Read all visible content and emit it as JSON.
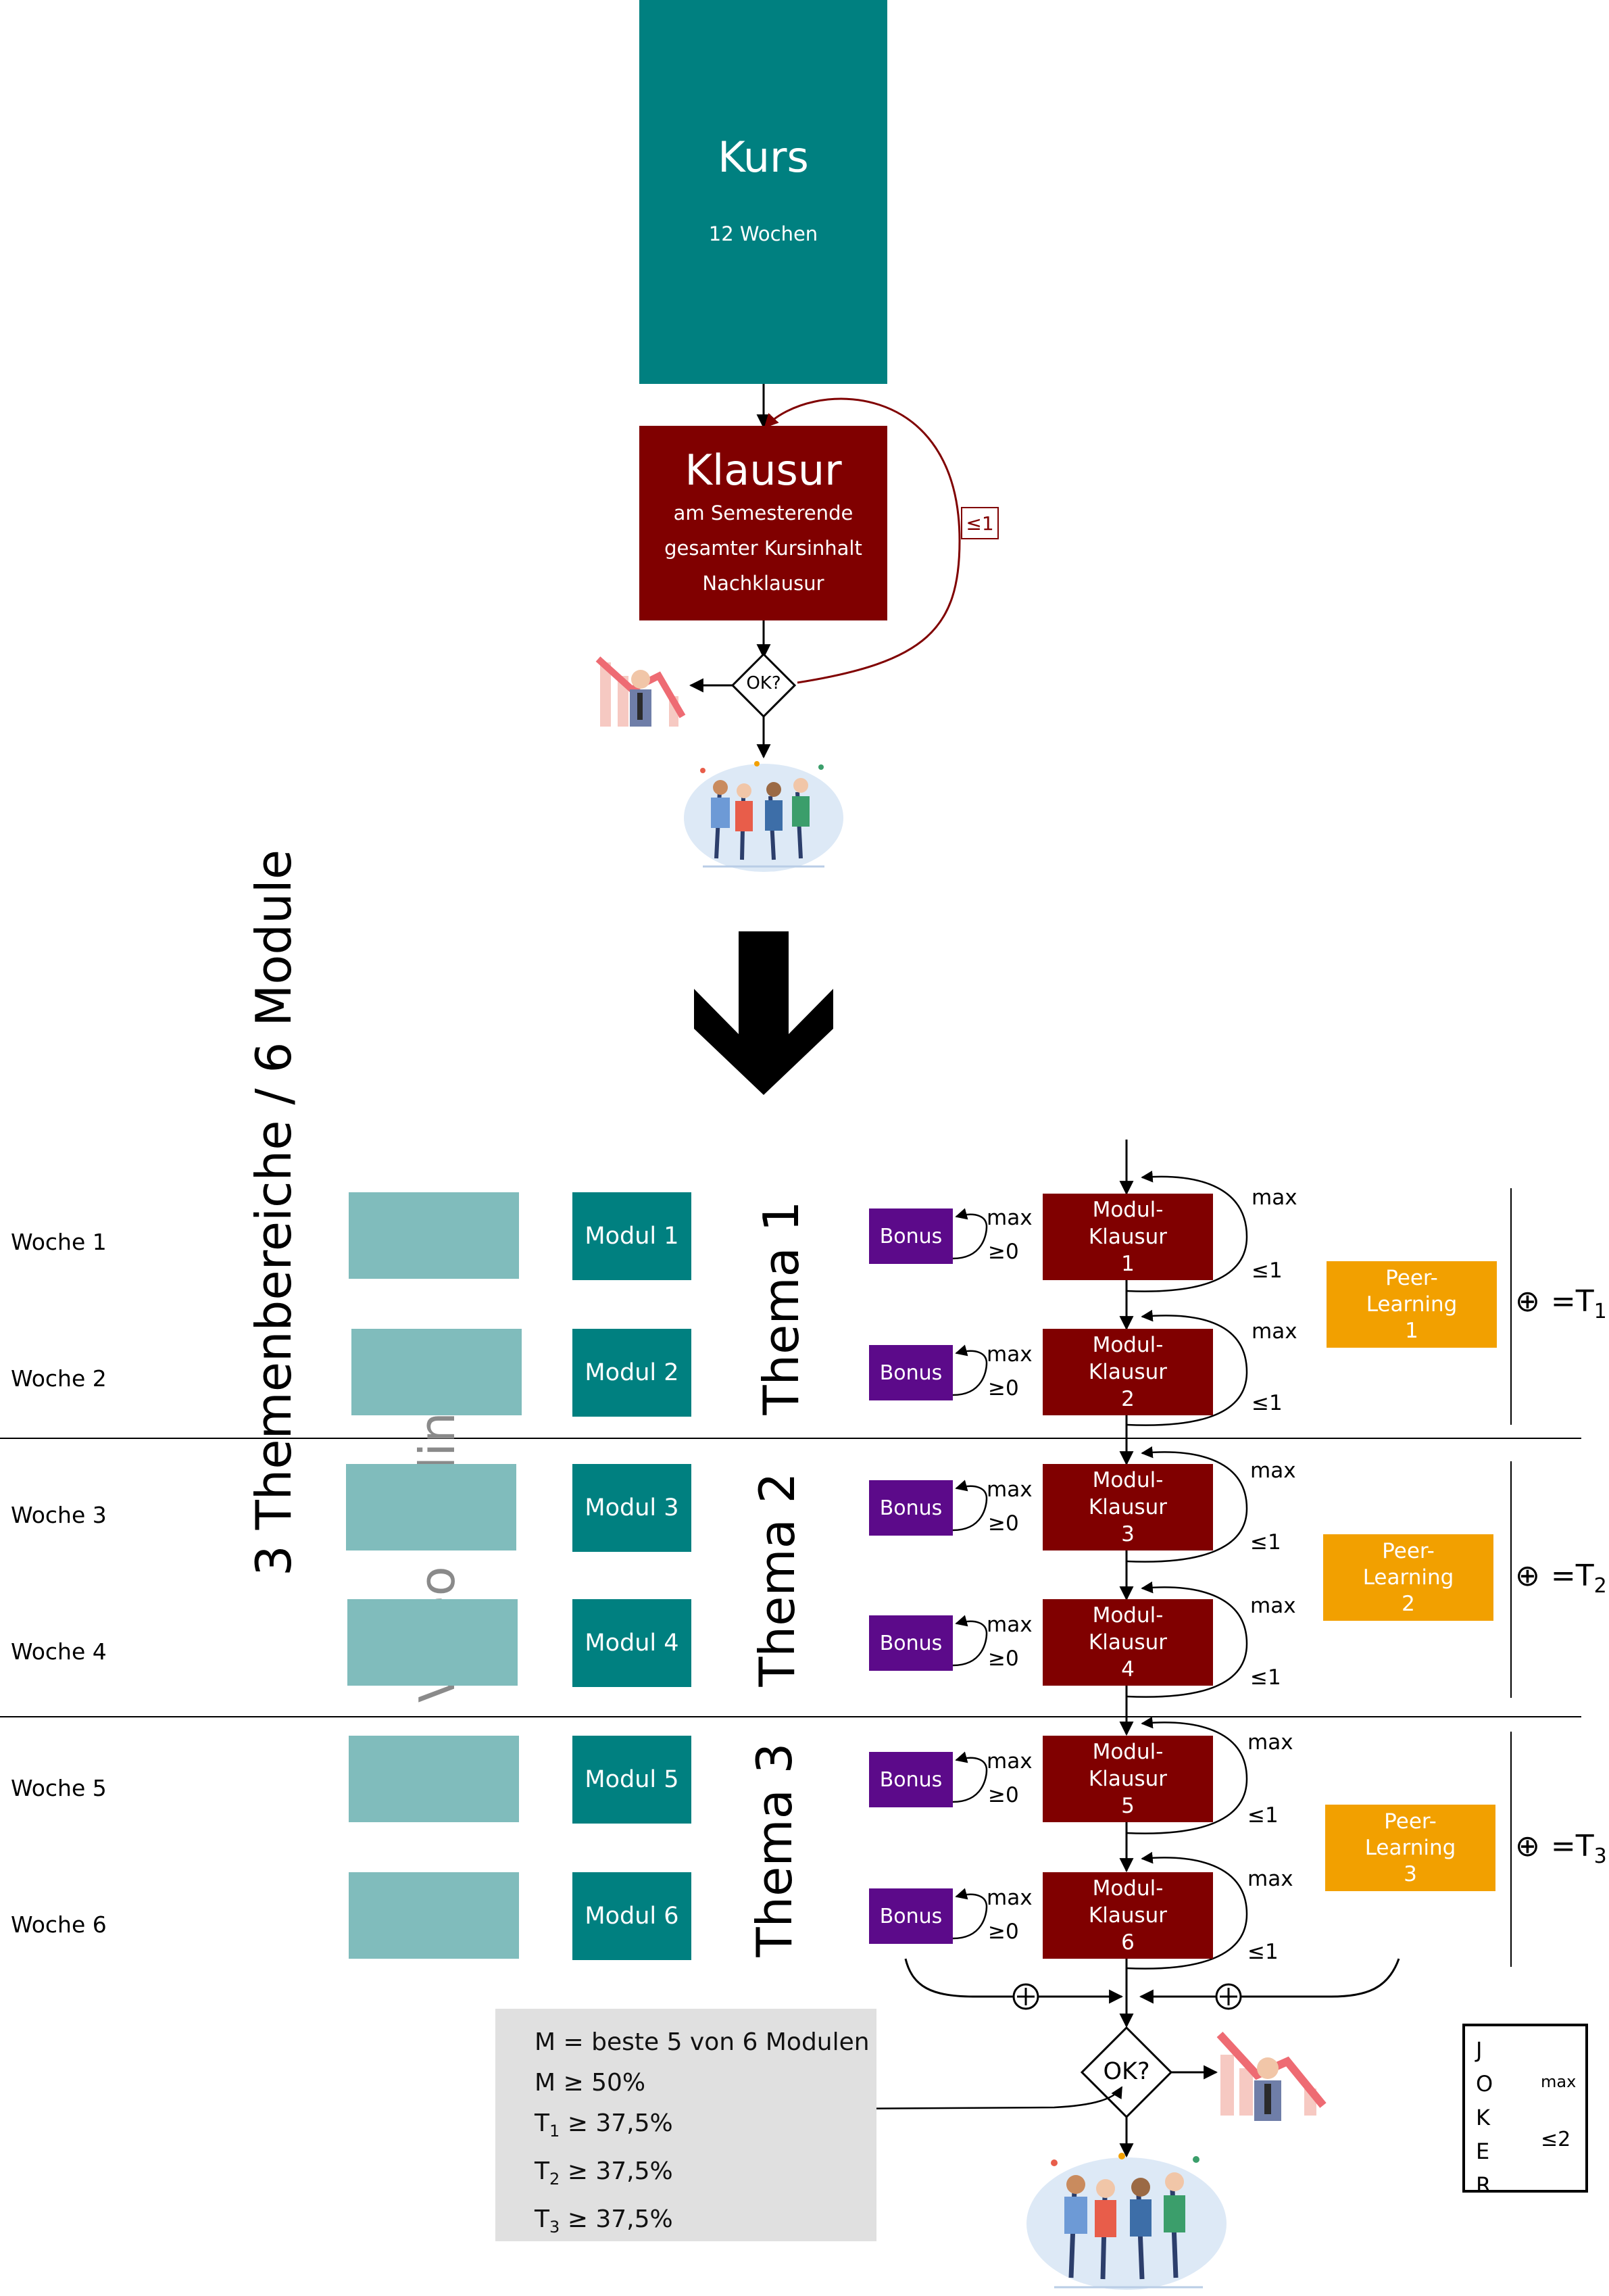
{
  "course": {
    "title": "Kurs",
    "subtitle": "12 Wochen"
  },
  "exam": {
    "title": "Klausur",
    "lines": [
      "am Semesterende",
      "gesamter Kursinhalt",
      "Nachklausur"
    ],
    "retry_label": "≤1",
    "check_label": "OK?"
  },
  "left_label": "3 Themenbereiche / 6 Module",
  "video_label": "Video off-line",
  "weeks": [
    "Woche 1",
    "Woche 2",
    "Woche 3",
    "Woche 4",
    "Woche 5",
    "Woche 6"
  ],
  "modules": [
    "Modul 1",
    "Modul 2",
    "Modul 3",
    "Modul 4",
    "Modul 5",
    "Modul 6"
  ],
  "themes": [
    "Thema 1",
    "Thema 2",
    "Thema 3"
  ],
  "bonus": {
    "label": "Bonus",
    "max": "max",
    "min": "≥0"
  },
  "modul_exam": {
    "line1": "Modul-",
    "line2": "Klausur",
    "numbers": [
      "1",
      "2",
      "3",
      "4",
      "5",
      "6"
    ],
    "max": "max",
    "limit": "≤1"
  },
  "peer": {
    "line1": "Peer-",
    "line2": "Learning",
    "numbers": [
      "1",
      "2",
      "3"
    ]
  },
  "sum": {
    "symbol": "⊕",
    "eq": "=T",
    "subs": [
      "1",
      "2",
      "3"
    ]
  },
  "conditions": {
    "line1": "M = beste 5 von 6 Modulen",
    "line2": "M ≥ 50%",
    "t_prefix": "T",
    "t_subs": [
      "1",
      "2",
      "3"
    ],
    "t_suffix": " ≥ 37,5%"
  },
  "final_check": "OK?",
  "joker": {
    "letters": [
      "J",
      "O",
      "K",
      "E",
      "R"
    ],
    "max": "max",
    "limit": "≤2"
  },
  "colors": {
    "teal": "#008080",
    "light_teal": "#80bcbc",
    "dark_red": "#800000",
    "purple": "#5c0a8a",
    "orange": "#f2a000",
    "conditions_bg": "#e0e0e0"
  }
}
